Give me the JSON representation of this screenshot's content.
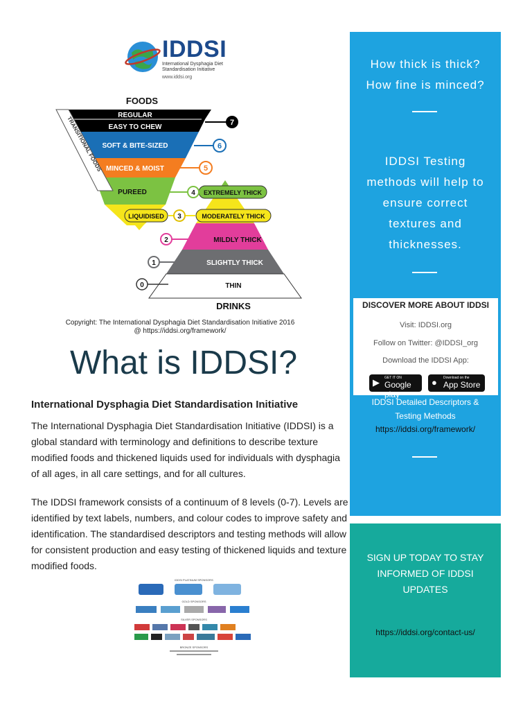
{
  "logo": {
    "brand": "IDDSI",
    "subtitle": "International Dysphagia Diet Standardisation Initiative",
    "url": "www.iddsi.org"
  },
  "pyramid": {
    "foods_label": "FOODS",
    "drinks_label": "DRINKS",
    "transitional_label": "TRANSITIONAL FOODS",
    "levels": [
      {
        "number": "7",
        "food": "REGULAR",
        "food2": "EASY TO CHEW",
        "color": "#000000"
      },
      {
        "number": "6",
        "food": "SOFT & BITE-SIZED",
        "color": "#1a6fb6"
      },
      {
        "number": "5",
        "food": "MINCED & MOIST",
        "color": "#f47d20"
      },
      {
        "number": "4",
        "food": "PUREED",
        "drink": "EXTREMELY THICK",
        "color": "#7cc242"
      },
      {
        "number": "3",
        "food": "LIQUIDISED",
        "drink": "MODERATELY THICK",
        "color": "#f5e51b"
      },
      {
        "number": "2",
        "drink": "MILDLY THICK",
        "color": "#e23d9b"
      },
      {
        "number": "1",
        "drink": "SLIGHTLY THICK",
        "color": "#6d6e71"
      },
      {
        "number": "0",
        "drink": "THIN",
        "color": "#ffffff"
      }
    ]
  },
  "copyright": {
    "line1": "Copyright: The International Dysphagia Diet Standardisation Initiative 2016",
    "line2": "@ https://iddsi.org/framework/"
  },
  "main": {
    "title": "What is IDDSI?",
    "subtitle": "International Dysphagia Diet Standardisation Initiative",
    "para1": "The International Dysphagia Diet Standardisation Initiative (IDDSI) is a global standard with terminology and definitions to describe texture modified foods and thickened liquids used for individuals with dysphagia of all ages, in all care settings, and for all cultures.",
    "para2": "The IDDSI framework consists of a continuum of 8 levels (0-7). Levels are identified by text labels, numbers, and colour codes to improve safety and identification.  The standardised descriptors and testing methods will allow for consistent production and easy testing of thickened liquids and texture modified foods."
  },
  "sponsors": {
    "platinum_title": "IDDSI PLATINUM SPONSORS",
    "gold_title": "GOLD SPONSORS",
    "silver_title": "SILVER SPONSORS",
    "bronze_title": "BRONZE SPONSORS"
  },
  "blue_panel": {
    "question_line1": "How thick is thick?",
    "question_line2": "How fine is minced?",
    "methods_line1": "IDDSI Testing",
    "methods_line2": "methods will help to",
    "methods_line3": "ensure correct",
    "methods_line4": "textures and",
    "methods_line5": "thicknesses.",
    "discover": {
      "title": "DISCOVER MORE ABOUT IDDSI",
      "visit": "Visit: IDDSI.org",
      "twitter": "Follow on Twitter: @IDDSI_org",
      "app": "Download the IDDSI App:",
      "google_small": "GET IT ON",
      "google_big": "Google play",
      "apple_small": "Download on the",
      "apple_big": "App Store"
    },
    "descriptors_line1": "IDDSI Detailed Descriptors &",
    "descriptors_line2": "Testing Methods",
    "framework_link": "https://iddsi.org/framework/"
  },
  "teal_panel": {
    "line1": "SIGN UP TODAY TO STAY",
    "line2": "INFORMED OF IDDSI",
    "line3": "UPDATES",
    "link": "https://iddsi.org/contact-us/"
  }
}
